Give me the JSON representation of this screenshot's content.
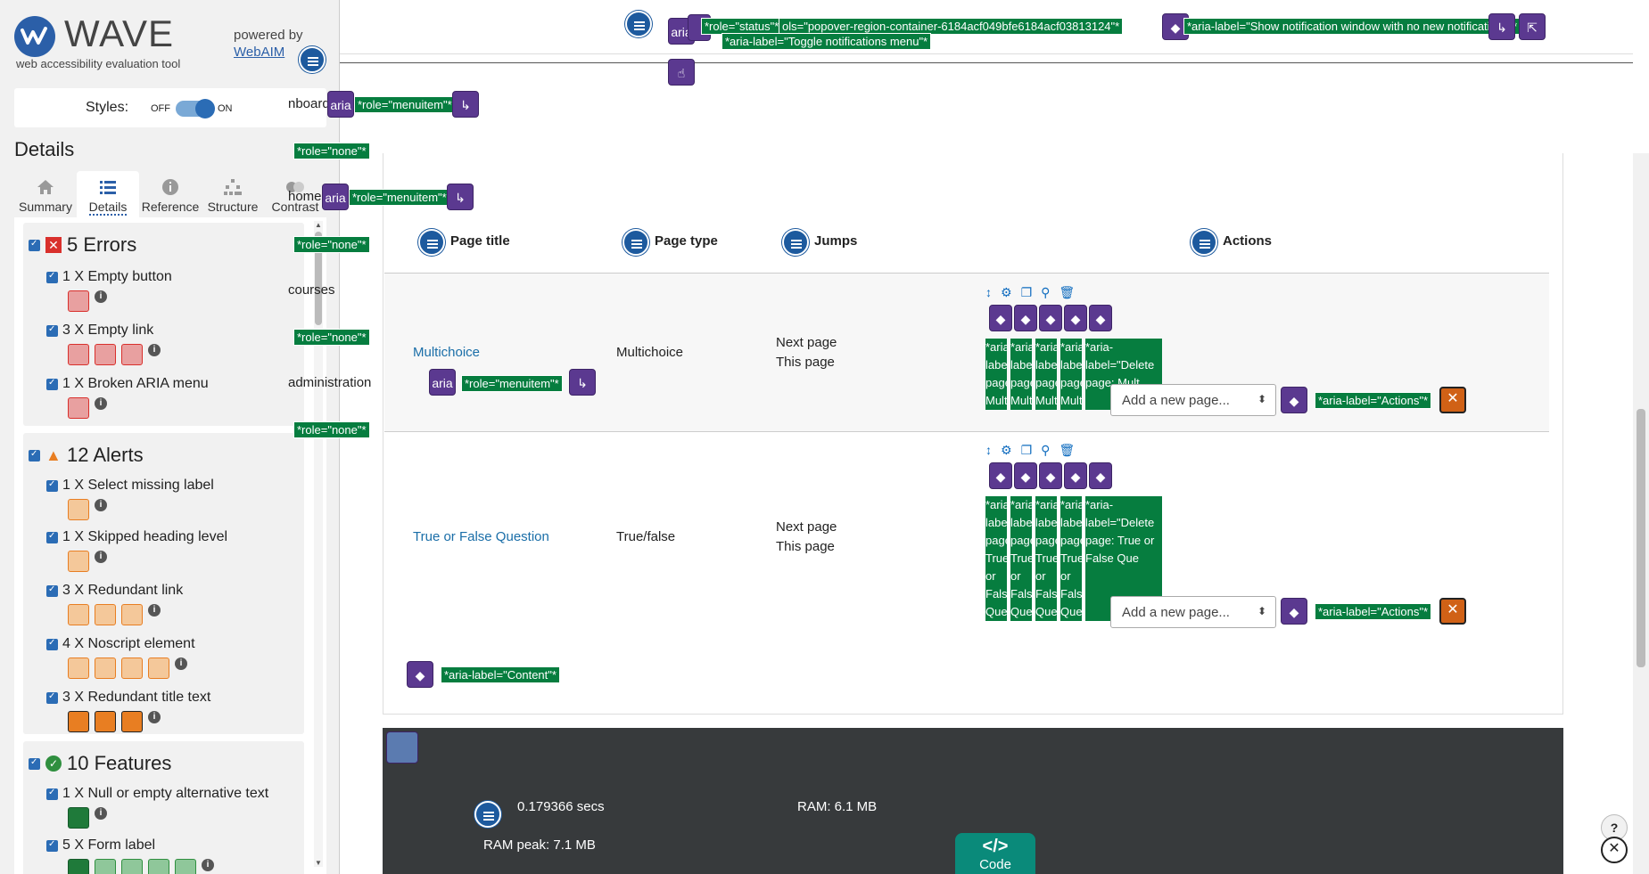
{
  "wave": {
    "brand": "WAVE",
    "tagline": "web accessibility evaluation tool",
    "powered_by": "powered by",
    "webaim": "WebAIM",
    "styles_label": "Styles:",
    "styles_off": "OFF",
    "styles_on": "ON",
    "details_heading": "Details",
    "tabs": [
      {
        "label": "Summary",
        "icon": "home-icon"
      },
      {
        "label": "Details",
        "icon": "list-icon"
      },
      {
        "label": "Reference",
        "icon": "info-icon"
      },
      {
        "label": "Structure",
        "icon": "structure-icon"
      },
      {
        "label": "Contrast",
        "icon": "contrast-icon"
      }
    ],
    "errors": {
      "heading": "5 Errors",
      "items": [
        {
          "label": "1 X Empty button",
          "count": 1
        },
        {
          "label": "3 X Empty link",
          "count": 3
        },
        {
          "label": "1 X Broken ARIA menu",
          "count": 1
        }
      ]
    },
    "alerts": {
      "heading": "12 Alerts",
      "items": [
        {
          "label": "1 X Select missing label",
          "count": 1
        },
        {
          "label": "1 X Skipped heading level",
          "count": 1
        },
        {
          "label": "3 X Redundant link",
          "count": 3
        },
        {
          "label": "4 X Noscript element",
          "count": 4
        },
        {
          "label": "3 X Redundant title text",
          "count": 3
        }
      ]
    },
    "features": {
      "heading": "10 Features",
      "items": [
        {
          "label": "1 X Null or empty alternative text",
          "count": 1
        },
        {
          "label": "5 X Form label",
          "count": 5
        }
      ]
    },
    "colors": {
      "error": "#d9302c",
      "alert": "#e87e22",
      "feature": "#2f8f3f",
      "accent": "#2b5fa8"
    }
  },
  "page": {
    "top_chips": {
      "status": "*role=\"status\"*",
      "popover": "ols=\"popover-region-container-6184acf049bfe6184acf03813124\"*",
      "notif": "*aria-label=\"Show notification window with no new notifications\"*",
      "toggle": "*aria-label=\"Toggle notifications menu\"*"
    },
    "aria": "aria",
    "nav": [
      {
        "text": "nboard",
        "role": "*role=\"menuitem\"*"
      },
      {
        "text": "home",
        "role": "*role=\"menuitem\"*"
      },
      {
        "text": "courses",
        "role": "*role=\"menuitem\"*"
      },
      {
        "text": "administration",
        "role": "*role=\"menuitem\"*"
      }
    ],
    "role_none": "*role=\"none\"*",
    "columns": {
      "title": "Page title",
      "type": "Page type",
      "jumps": "Jumps",
      "actions": "Actions"
    },
    "rows": [
      {
        "title": "Multichoice",
        "type": "Multichoice",
        "jump1": "Next page",
        "jump2": "This page",
        "stack": [
          "*aria",
          "label",
          "page",
          "Multi"
        ],
        "delete": "*aria-label=\"Delete page: Mult"
      },
      {
        "title": "True or False Question",
        "type": "True/false",
        "jump1": "Next page",
        "jump2": "This page",
        "stack": [
          "*aria",
          "label",
          "page",
          "True",
          "or",
          "Fals",
          "Que"
        ],
        "delete": "*aria-label=\"Delete page: True or False Que"
      }
    ],
    "add_page": "Add a new page...",
    "actions_chip": "*aria-label=\"Actions\"*",
    "content_chip": "*aria-label=\"Content\"*",
    "footer": {
      "secs": "0.179366 secs",
      "ram": "RAM: 6.1 MB",
      "ram_peak": "RAM peak: 7.1 MB"
    },
    "code_label": "Code",
    "help": "?"
  }
}
